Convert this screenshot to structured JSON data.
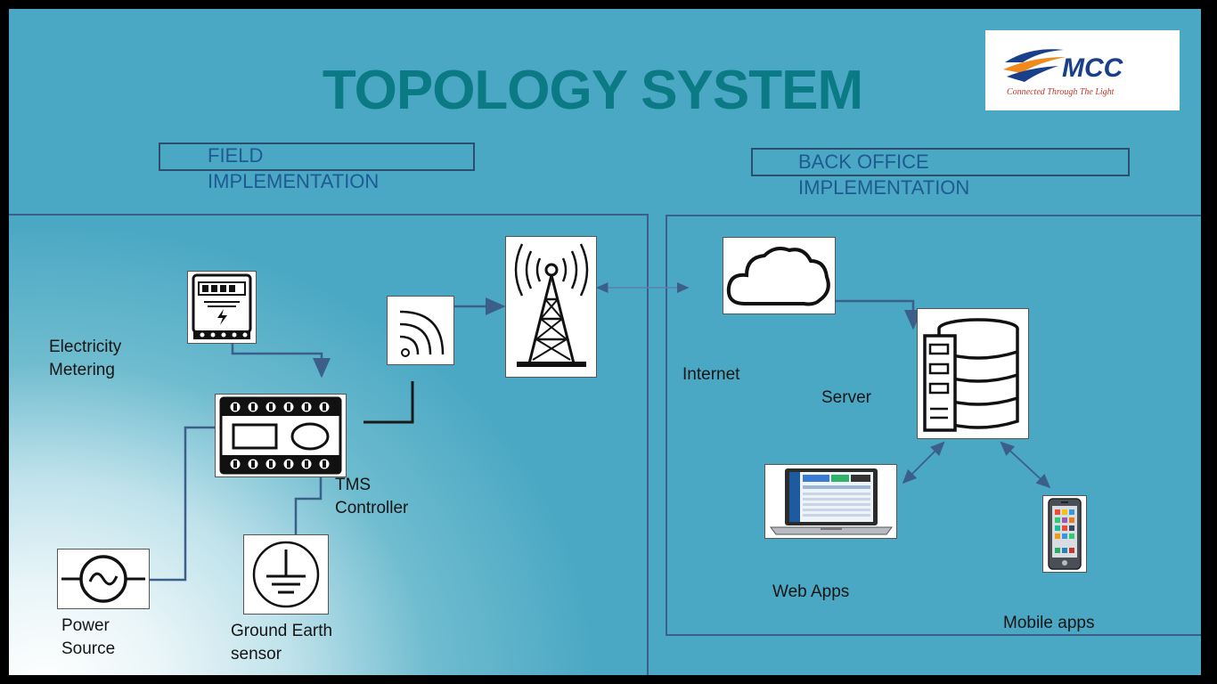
{
  "title": "TOPOLOGY SYSTEM",
  "logo": {
    "brand": "MCC",
    "tagline": "Connected Through The Light"
  },
  "sections": {
    "field": {
      "line1": "FIELD",
      "line2": "IMPLEMENTATION"
    },
    "back_office": {
      "line1": "BACK OFFICE",
      "line2": "IMPLEMENTATION"
    }
  },
  "nodes": {
    "electricity_metering": {
      "line1": "Electricity",
      "line2": "Metering",
      "icon": "electricity-meter-icon"
    },
    "tms_controller": {
      "line1": "TMS",
      "line2": "Controller",
      "icon": "controller-icon"
    },
    "power_source": {
      "line1": "Power",
      "line2": "Source",
      "icon": "ac-power-icon"
    },
    "ground_earth": {
      "line1": "Ground Earth",
      "line2": "sensor",
      "icon": "ground-icon"
    },
    "wireless": {
      "icon": "wifi-signal-icon"
    },
    "tower": {
      "icon": "radio-tower-icon"
    },
    "internet": {
      "label": "Internet",
      "icon": "cloud-icon"
    },
    "server": {
      "label": "Server",
      "icon": "database-server-icon"
    },
    "web_apps": {
      "label": "Web Apps",
      "icon": "laptop-icon"
    },
    "mobile_apps": {
      "label": "Mobile apps",
      "icon": "smartphone-icon"
    }
  },
  "colors": {
    "title": "#0b7a85",
    "section_label": "#1f5a93",
    "background": "#4aa8c4",
    "connector": "#3c5f8a"
  }
}
